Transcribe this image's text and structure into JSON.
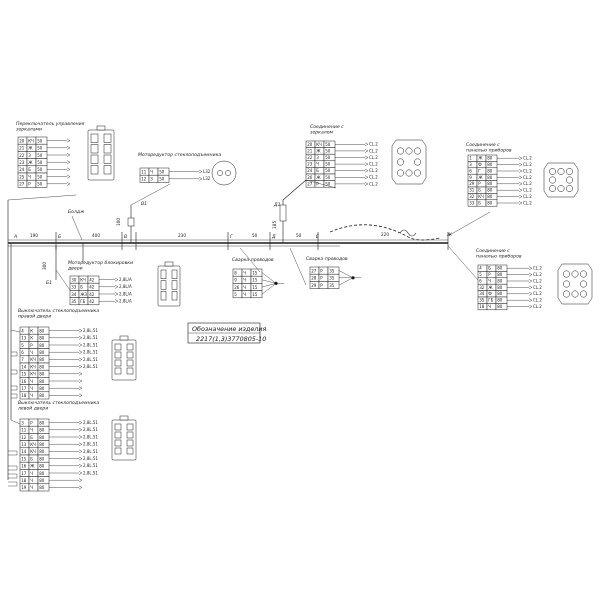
{
  "dimensions": [
    "190",
    "400",
    "100",
    "230",
    "50",
    "50",
    "220",
    "300",
    "185",
    "100"
  ],
  "points": [
    "А",
    "Б",
    "В",
    "Г",
    "Д",
    "Е",
    "Ж"
  ],
  "branch_labels": [
    "Б1",
    "В1",
    "Д1"
  ],
  "part_number_caption": "Обозначение изделия",
  "part_number": "2217(1,3)3770805-10",
  "tag_bolt": "Болдж",
  "sections": {
    "mirror_switch": {
      "title": "Переключатель управления зеркалами",
      "rows": [
        [
          "20",
          "КЧ",
          "50"
        ],
        [
          "21",
          "Ж",
          "50"
        ],
        [
          "22",
          "З",
          "50"
        ],
        [
          "23",
          "Ж",
          "50"
        ],
        [
          "24",
          "Б",
          "50"
        ],
        [
          "25",
          "Ч",
          "50"
        ],
        [
          "27",
          "Р",
          "50"
        ]
      ]
    },
    "window_motor": {
      "title": "Моторедуктор стеклоподъемника",
      "rows": [
        [
          "11",
          "Ч",
          "50"
        ],
        [
          "12",
          "З",
          "50"
        ]
      ],
      "tags": [
        "L32",
        "L32"
      ]
    },
    "mirror_conn": {
      "title": "Соединение с зеркалом",
      "rows": [
        [
          "20",
          "КЧ",
          "50"
        ],
        [
          "21",
          "Ж",
          "50"
        ],
        [
          "22",
          "З",
          "50"
        ],
        [
          "23",
          "Ч",
          "50"
        ],
        [
          "24",
          "Б",
          "50"
        ],
        [
          "26",
          "Ж",
          "50"
        ],
        [
          "27",
          "Р",
          "50"
        ]
      ],
      "tags": [
        "CL.2",
        "CL.2",
        "CL.2",
        "CL.2",
        "CL.2",
        "CL.2",
        "CL.2"
      ]
    },
    "dash_conn_top": {
      "title": "Соединение с панелью приборов",
      "rows": [
        [
          "1",
          "Ж",
          "80"
        ],
        [
          "3",
          "Ф",
          "80"
        ],
        [
          "6",
          "Г",
          "80"
        ],
        [
          "9",
          "Ж",
          "80"
        ],
        [
          "29",
          "Р",
          "80"
        ],
        [
          "31",
          "Б",
          "80"
        ],
        [
          "32",
          "КЧ",
          "80"
        ],
        [
          "33",
          "Б",
          "80"
        ]
      ],
      "tags": [
        "CL.2",
        "CL.2",
        "CL.2",
        "CL.2",
        "CL.2",
        "CL.2",
        "CL.2",
        "CL.2"
      ]
    },
    "dash_conn_right": {
      "title": "Соединение с панелью приборов",
      "rows": [
        [
          "4",
          "Б",
          "80"
        ],
        [
          "5",
          "Р",
          "80"
        ],
        [
          "6",
          "Ч",
          "80"
        ],
        [
          "32",
          "Ж",
          "80"
        ],
        [
          "34",
          "Ф",
          "80"
        ],
        [
          "35",
          "ГБ",
          "80"
        ],
        [
          "18",
          "Ч",
          "80"
        ]
      ],
      "tags": [
        "CL.2",
        "CL.2",
        "CL.2",
        "CL.2",
        "CL.2",
        "CL.2",
        "CL.2"
      ]
    },
    "door_lock_motor": {
      "title": "Моторедуктор блокировки двери",
      "rows": [
        [
          "30",
          "КЧ",
          "42"
        ],
        [
          "33",
          "Б",
          "42"
        ],
        [
          "34",
          "ЖЗ",
          "42"
        ],
        [
          "35",
          "ГБ",
          "42"
        ]
      ],
      "tags": [
        "2,8L/A",
        "2,8L/A",
        "2,8L/A",
        "2,8L/A"
      ]
    },
    "splice1": {
      "title": "Сварка проводов",
      "rows": [
        [
          "8",
          "Ч",
          "15"
        ],
        [
          "9",
          "Ч",
          "15"
        ],
        [
          "26",
          "Ч",
          "15"
        ],
        [
          "5",
          "Ч",
          "15"
        ]
      ]
    },
    "splice2": {
      "title": "Сварка проводов",
      "rows": [
        [
          "27",
          "Р",
          "35"
        ],
        [
          "28",
          "Р",
          "35"
        ],
        [
          "29",
          "Р",
          "35"
        ]
      ]
    },
    "right_door_switch": {
      "title": "Выключатель стеклоподъемника правой двери",
      "rows": [
        [
          "4",
          "К",
          "80"
        ],
        [
          "13",
          "К",
          "80"
        ],
        [
          "5",
          "Р",
          "80"
        ],
        [
          "6",
          "Ч",
          "80"
        ],
        [
          "7",
          "КЧ",
          "80"
        ],
        [
          "14",
          "КЧ",
          "80"
        ],
        [
          "15",
          "КЧ",
          "80"
        ],
        [
          "16",
          "Ч",
          "80"
        ],
        [
          "17",
          "Ч",
          "80"
        ],
        [
          "18",
          "Ч",
          "80"
        ]
      ],
      "tags": [
        "2,8L.51",
        "2,8L.51",
        "2,8L.51",
        "2,8L.51",
        "2,8L.51",
        "2,8L.51"
      ]
    },
    "left_door_switch": {
      "title": "Выключатель стеклоподъемника левой двери",
      "rows": [
        [
          "3",
          "Р",
          "80"
        ],
        [
          "11",
          "Ч",
          "80"
        ],
        [
          "12",
          "Б",
          "80"
        ],
        [
          "13",
          "КЧ",
          "80"
        ],
        [
          "14",
          "КЧ",
          "80"
        ],
        [
          "15",
          "Б",
          "80"
        ],
        [
          "16",
          "Ж",
          "80"
        ],
        [
          "17",
          "Ч",
          "80"
        ],
        [
          "18",
          "Ч",
          "80"
        ],
        [
          "19",
          "Ч",
          "80"
        ]
      ],
      "tags": [
        "2,8L.51",
        "2,8L.51",
        "2,8L.51",
        "2,8L.51",
        "2,8L.51",
        "2,8L.51",
        "2,8L.51",
        "2,8L.51"
      ]
    }
  }
}
